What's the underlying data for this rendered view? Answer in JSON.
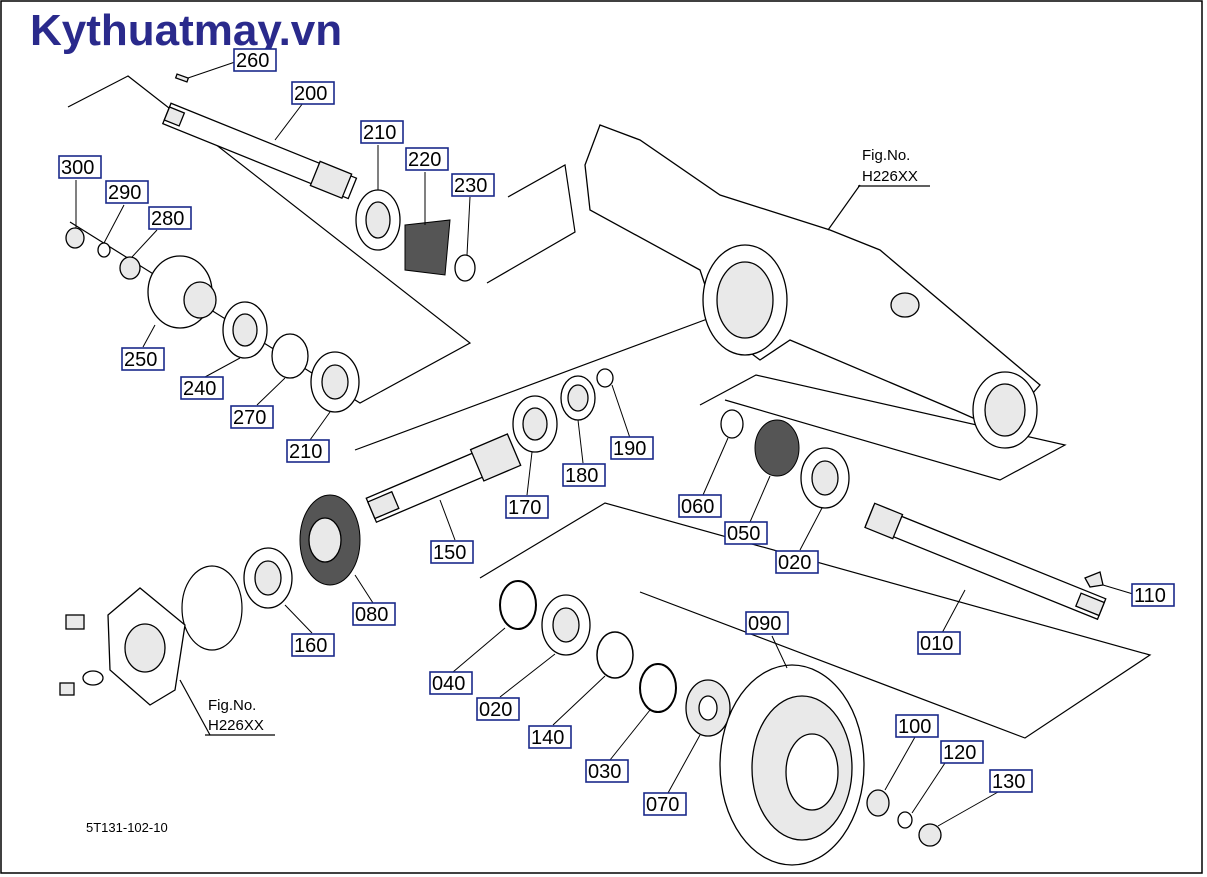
{
  "brand": "Kythuatmay.vn",
  "drawing_code": "5T131-102-10",
  "figure_refs": [
    {
      "line1": "Fig.No.",
      "line2": "H226XX"
    },
    {
      "line1": "Fig.No.",
      "line2": "H226XX"
    }
  ],
  "parts": {
    "p260": "260",
    "p200": "200",
    "p210a": "210",
    "p220": "220",
    "p230": "230",
    "p300": "300",
    "p290": "290",
    "p280": "280",
    "p250": "250",
    "p240": "240",
    "p270": "270",
    "p210b": "210",
    "p190": "190",
    "p180": "180",
    "p170": "170",
    "p150": "150",
    "p080": "080",
    "p160": "160",
    "p060": "060",
    "p050": "050",
    "p020a": "020",
    "p110": "110",
    "p010": "010",
    "p090": "090",
    "p040": "040",
    "p020b": "020",
    "p140": "140",
    "p030": "030",
    "p070": "070",
    "p100": "100",
    "p120": "120",
    "p130": "130"
  }
}
